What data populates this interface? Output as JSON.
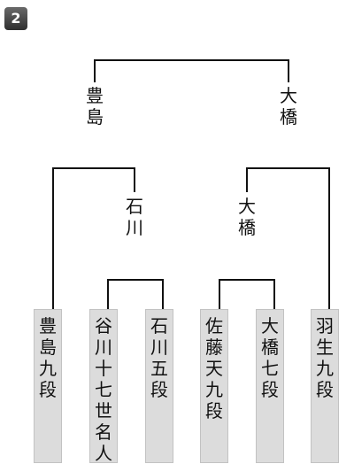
{
  "badge": "2",
  "final": {
    "left": "豊\n島",
    "right": "大\n橋"
  },
  "semifinal": {
    "left": "石\n川",
    "right": "大\n橋"
  },
  "players": [
    {
      "name": "豊\n島\n九\n段"
    },
    {
      "name": "谷\n川\n十\n七\n世\n名\n人"
    },
    {
      "name": "石\n川\n五\n段"
    },
    {
      "name": "佐\n藤\n天\n九\n段"
    },
    {
      "name": "大\n橋\n七\n段"
    },
    {
      "name": "羽\n生\n九\n段"
    }
  ]
}
